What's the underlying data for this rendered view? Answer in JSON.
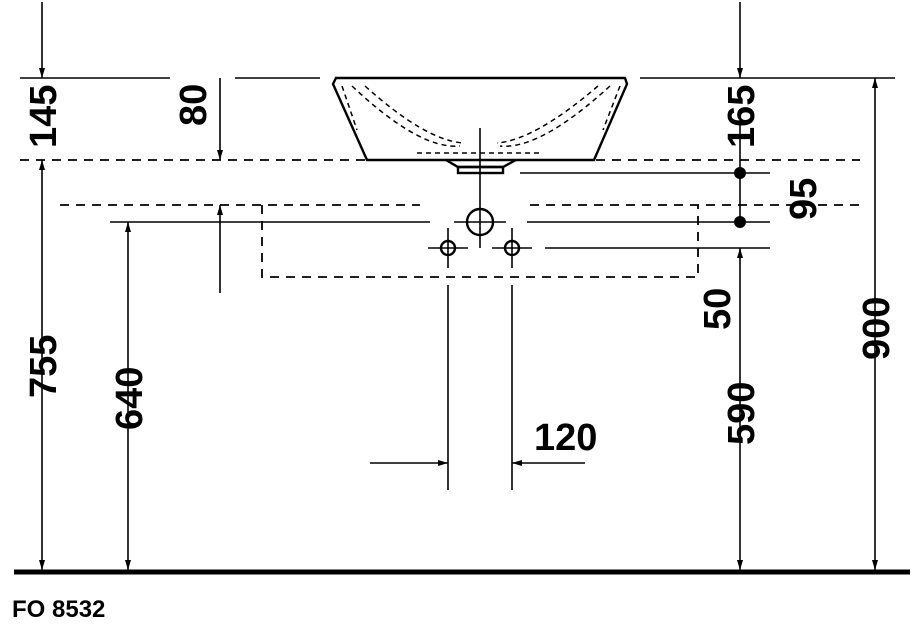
{
  "drawing": {
    "code": "FO 8532",
    "dimensions": {
      "d145": "145",
      "d80": "80",
      "d165": "165",
      "d95": "95",
      "d50": "50",
      "d755": "755",
      "d640": "640",
      "d590": "590",
      "d900": "900",
      "d120": "120"
    }
  }
}
